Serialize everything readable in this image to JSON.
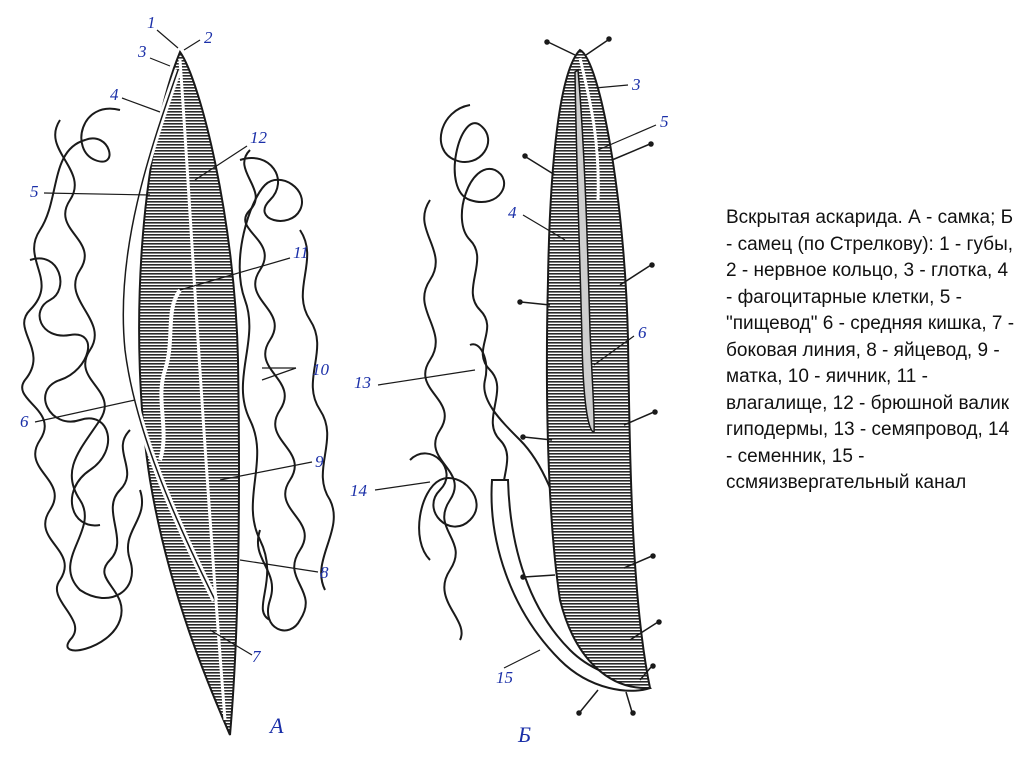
{
  "caption": "Вскрытая аскарида. А - самка; Б - самец (по Стрелкову): 1 - губы, 2 - нервное кольцо, 3 - глотка, 4 - фагоцитарные клетки, 5 - \"пищевод\" 6 - средняя кишка, 7 - боковая линия, 8 - яйцевод, 9 - матка, 10 - яичник, 11 - влагалище, 12 - брюшной валик гиподермы, 13 - семяпровод, 14 - семенник, 15 - ссмяизвергательный канал",
  "figure_a": {
    "letter": "А",
    "labels": [
      "1",
      "2",
      "3",
      "4",
      "5",
      "6",
      "7",
      "8",
      "9",
      "10",
      "11",
      "12"
    ]
  },
  "figure_b": {
    "letter": "Б",
    "labels": [
      "3",
      "4",
      "5",
      "6",
      "13",
      "14",
      "15"
    ]
  },
  "colors": {
    "ink": "#1a1a1a",
    "label": "#1a2fa8",
    "body_fill": "#4a4a4a"
  }
}
